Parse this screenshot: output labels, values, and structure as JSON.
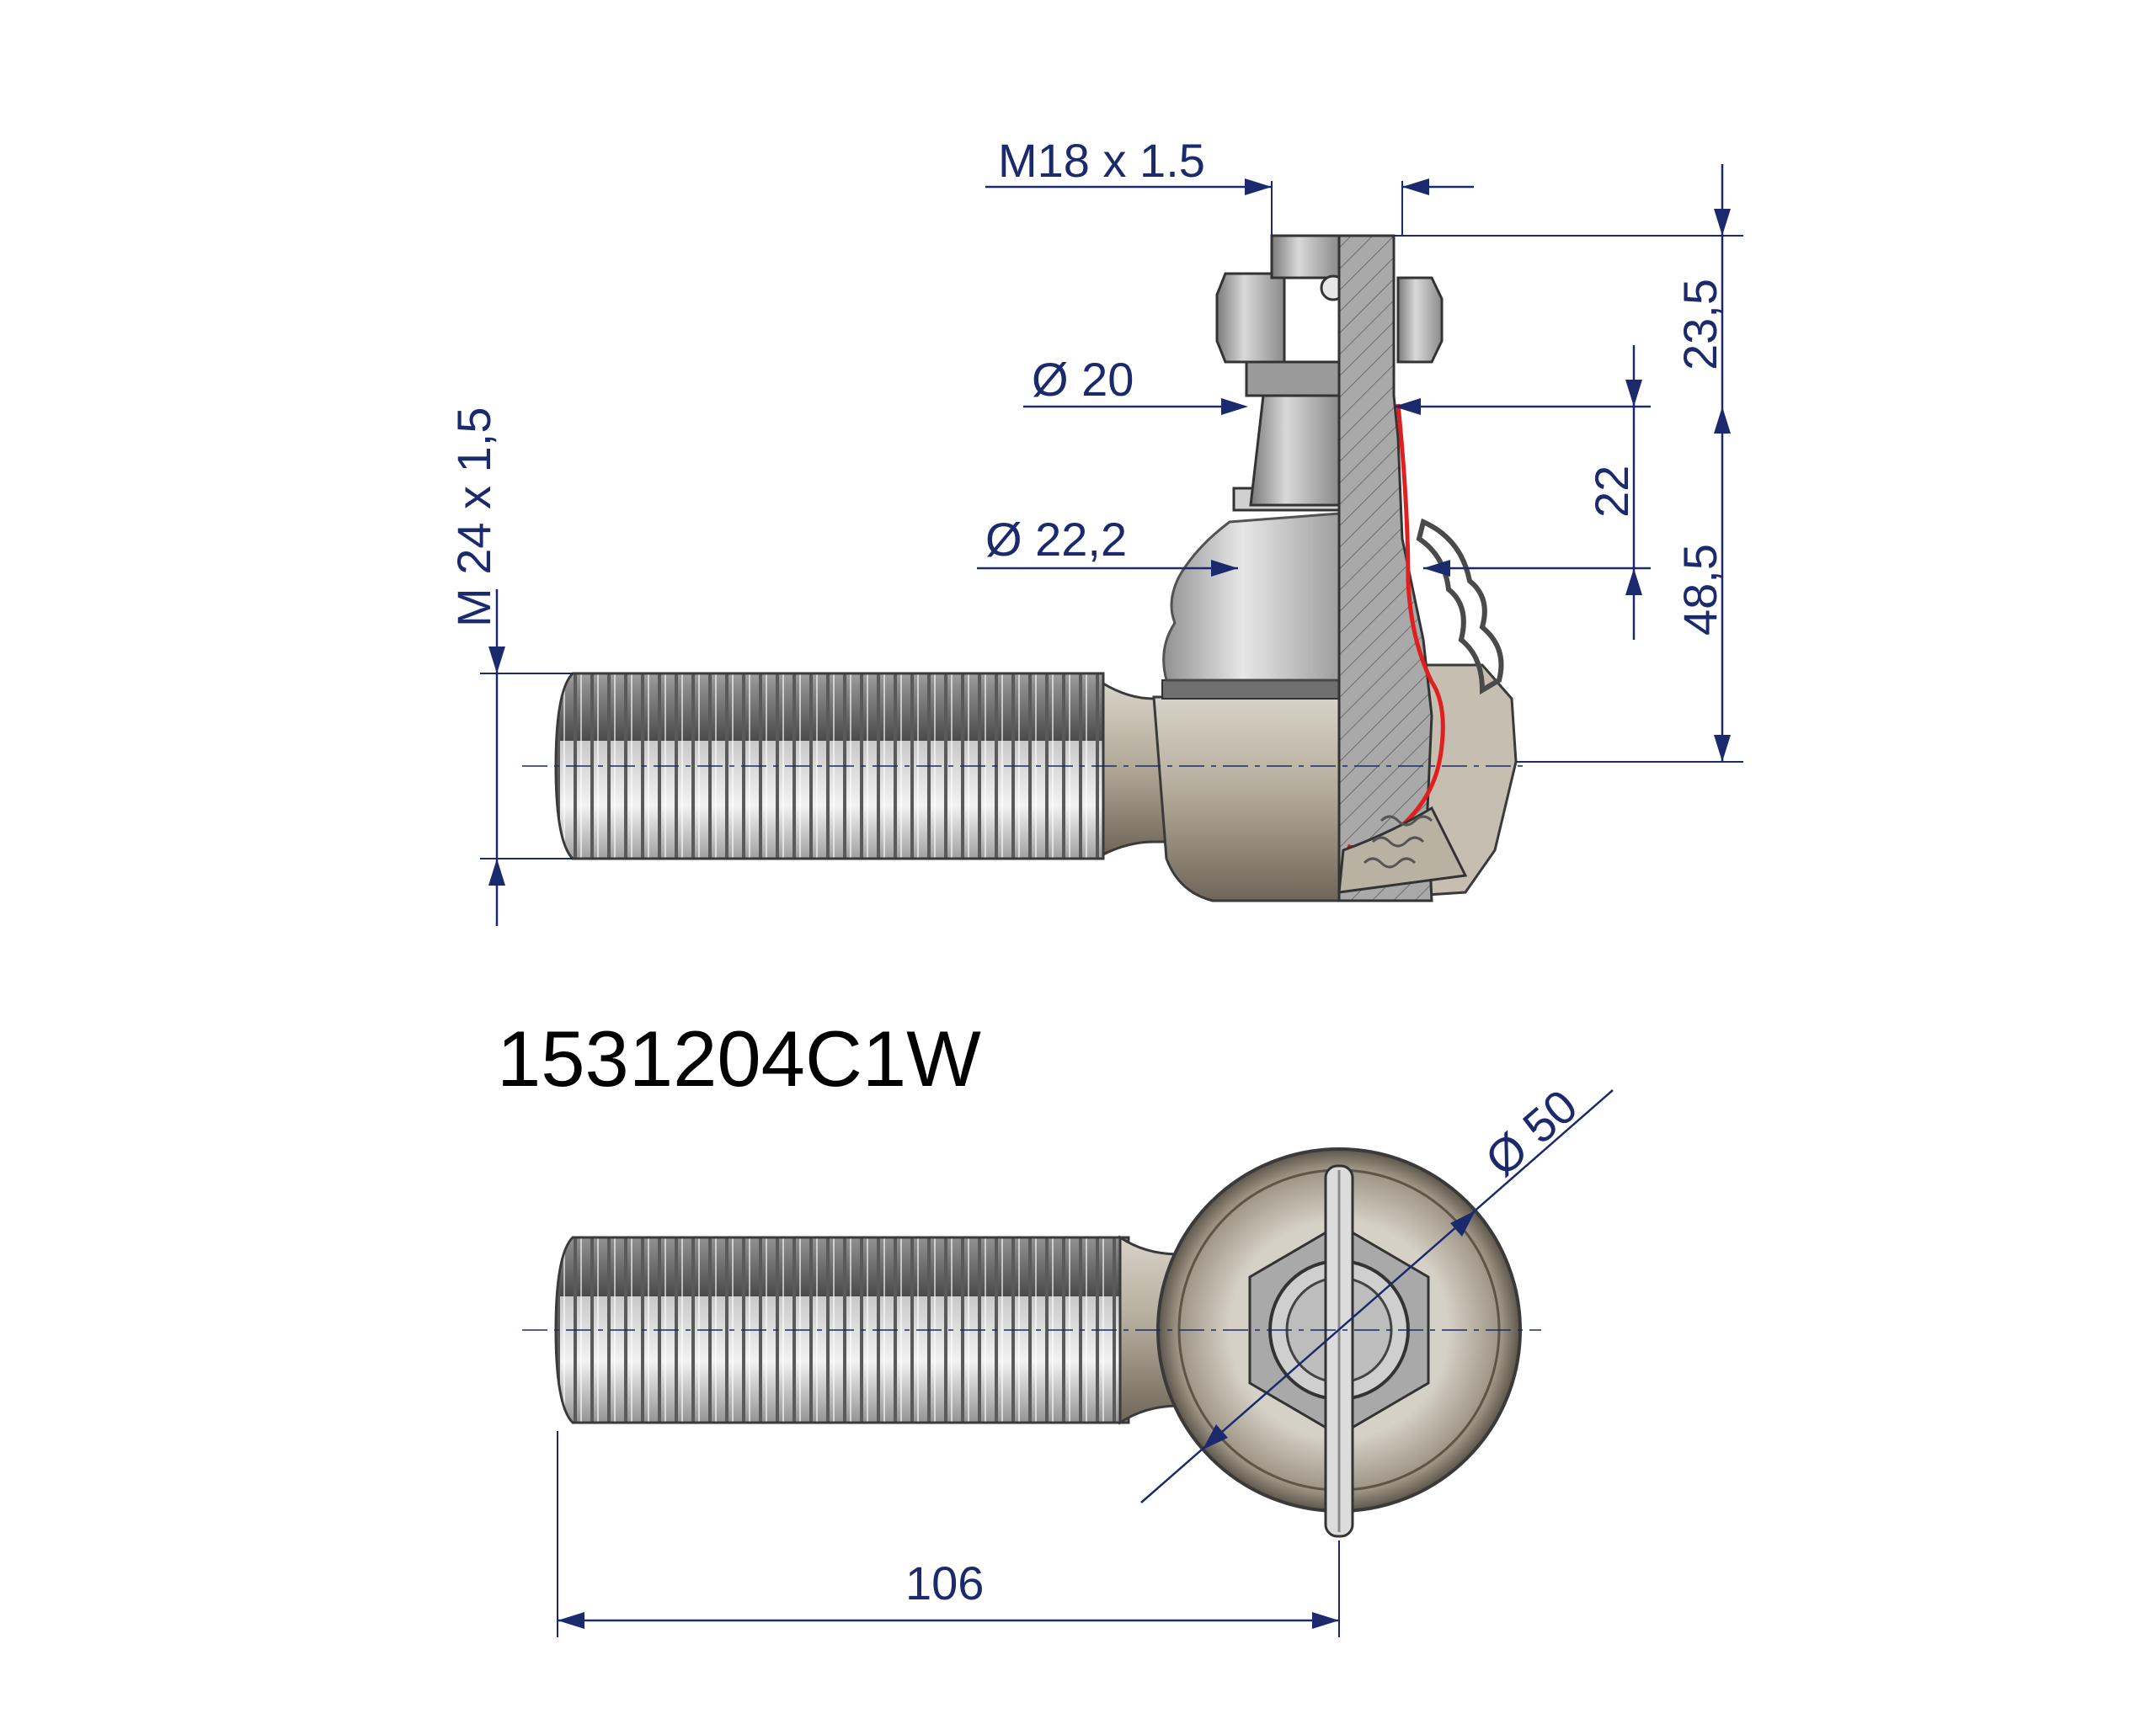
{
  "part_number": "1531204C1W",
  "dimensions": {
    "pin_thread": "M18 x 1.5",
    "shank_thread": "M 24 x 1,5",
    "dia_20": "Ø 20",
    "dia_22_2": "Ø 22,2",
    "dia_50": "Ø 50",
    "h_23_5": "23,5",
    "h_22": "22",
    "h_48_5": "48,5",
    "length_106": "106"
  },
  "colors": {
    "dimension": "#1a2a6c",
    "section_line": "#e02020"
  }
}
